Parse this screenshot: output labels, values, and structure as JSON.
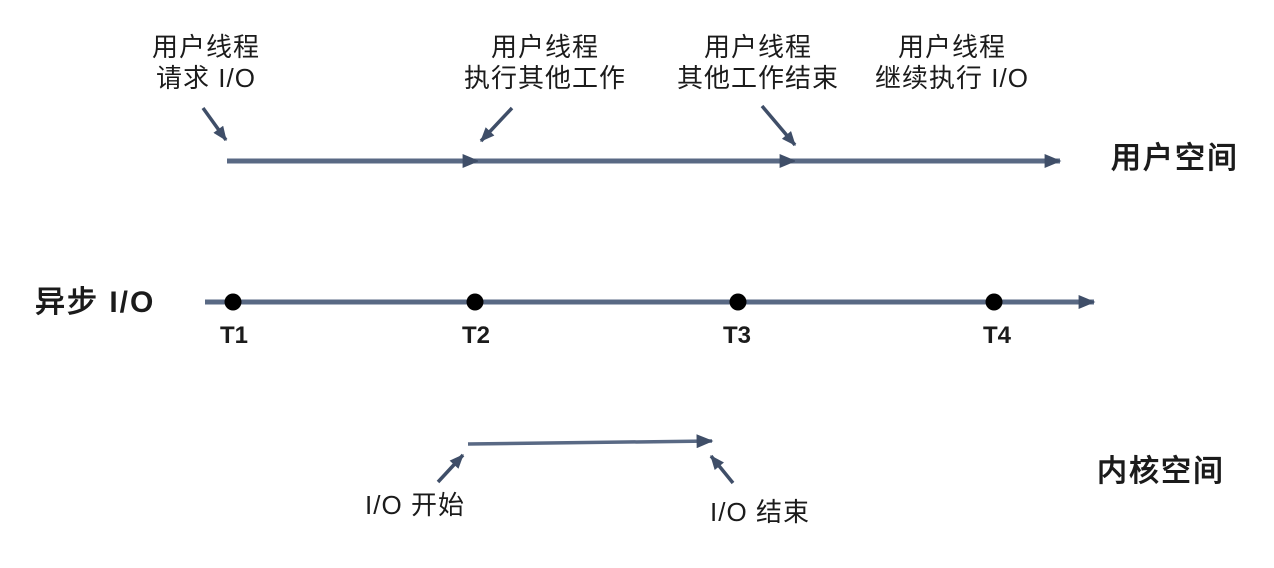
{
  "colors": {
    "line": "#596984",
    "arrow": "#3f4e68",
    "text": "#1b1b1b",
    "dot": "#000000",
    "bg": "#ffffff"
  },
  "row_labels": {
    "async_io": "异步 I/O",
    "user_space": "用户空间",
    "kernel_space": "内核空间"
  },
  "user_thread_annotations": [
    {
      "text": "用户线程\n请求 I/O"
    },
    {
      "text": "用户线程\n执行其他工作"
    },
    {
      "text": "用户线程\n其他工作结束"
    },
    {
      "text": "用户线程\n继续执行 I/O"
    }
  ],
  "time_points": [
    "T1",
    "T2",
    "T3",
    "T4"
  ],
  "kernel_annotations": {
    "io_start": "I/O 开始",
    "io_end": "I/O 结束"
  }
}
